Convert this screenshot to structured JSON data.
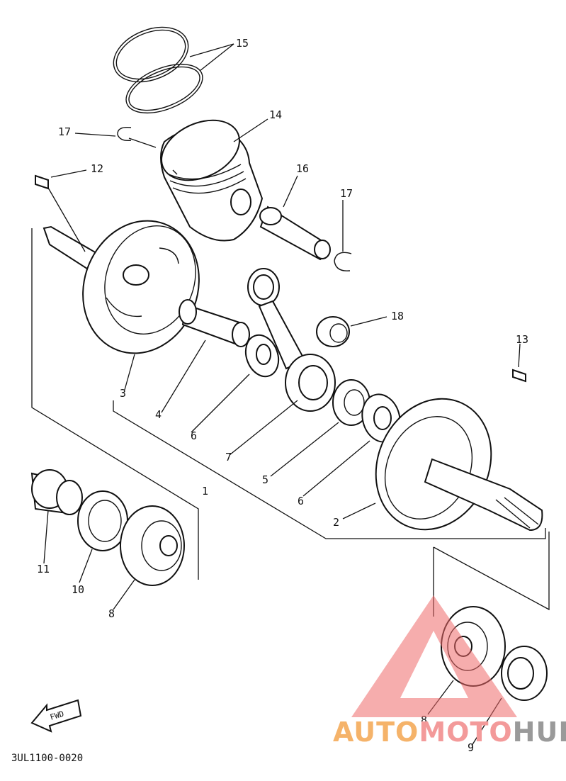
{
  "diagram": {
    "code": "3UL1100-0020",
    "fwd_label": "FWD",
    "callouts": [
      "15",
      "14",
      "17",
      "12",
      "16",
      "17",
      "18",
      "13",
      "3",
      "4",
      "6",
      "7",
      "1",
      "5",
      "6",
      "2",
      "11",
      "10",
      "8",
      "8",
      "9"
    ]
  },
  "watermark": {
    "part1": "AUTO",
    "part2": "MOTO",
    "part3": "HUB",
    "colors": {
      "auto": "#f5b36a",
      "moto": "#f39a9a",
      "hub": "#9a9a9a",
      "triangle": "#ee6a6a"
    }
  }
}
